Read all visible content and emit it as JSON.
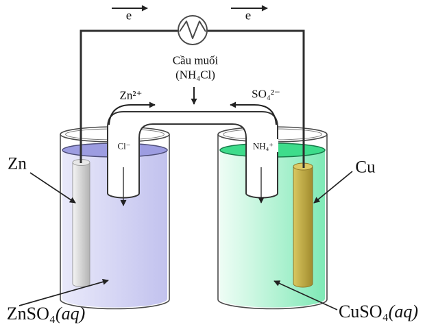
{
  "labels": {
    "electron_flow_left": "e",
    "electron_flow_right": "e",
    "salt_bridge_title": "Cầu muối",
    "salt_bridge_compound": "(NH₄Cl)",
    "cation_migration": "Zn²⁺",
    "anion_migration": "SO₄²⁻",
    "bridge_left_ion": "Cl⁻",
    "bridge_right_ion": "NH₄⁺",
    "left_electrode": "Zn",
    "right_electrode": "Cu",
    "left_solution_formula": "ZnSO₄",
    "left_solution_state": "(aq)",
    "right_solution_formula": "CuSO₄",
    "right_solution_state": "(aq)"
  },
  "colors": {
    "left_solution": "#c2c2ee",
    "left_solution_light": "#e9e9fa",
    "left_surface": "#9d9de1",
    "left_surface_stroke": "#4f4f78",
    "right_solution": "#7fe9b6",
    "right_solution_light": "#eefdf5",
    "right_surface": "#3edc8b",
    "right_surface_stroke": "#177a49",
    "zn_light": "#f5f5f5",
    "zn_dark": "#b3b3b3",
    "cu_light": "#d9c75f",
    "cu_dark": "#a18b2e",
    "wire": "#2e2e2e",
    "glass_outline": "#4a4a4a"
  }
}
